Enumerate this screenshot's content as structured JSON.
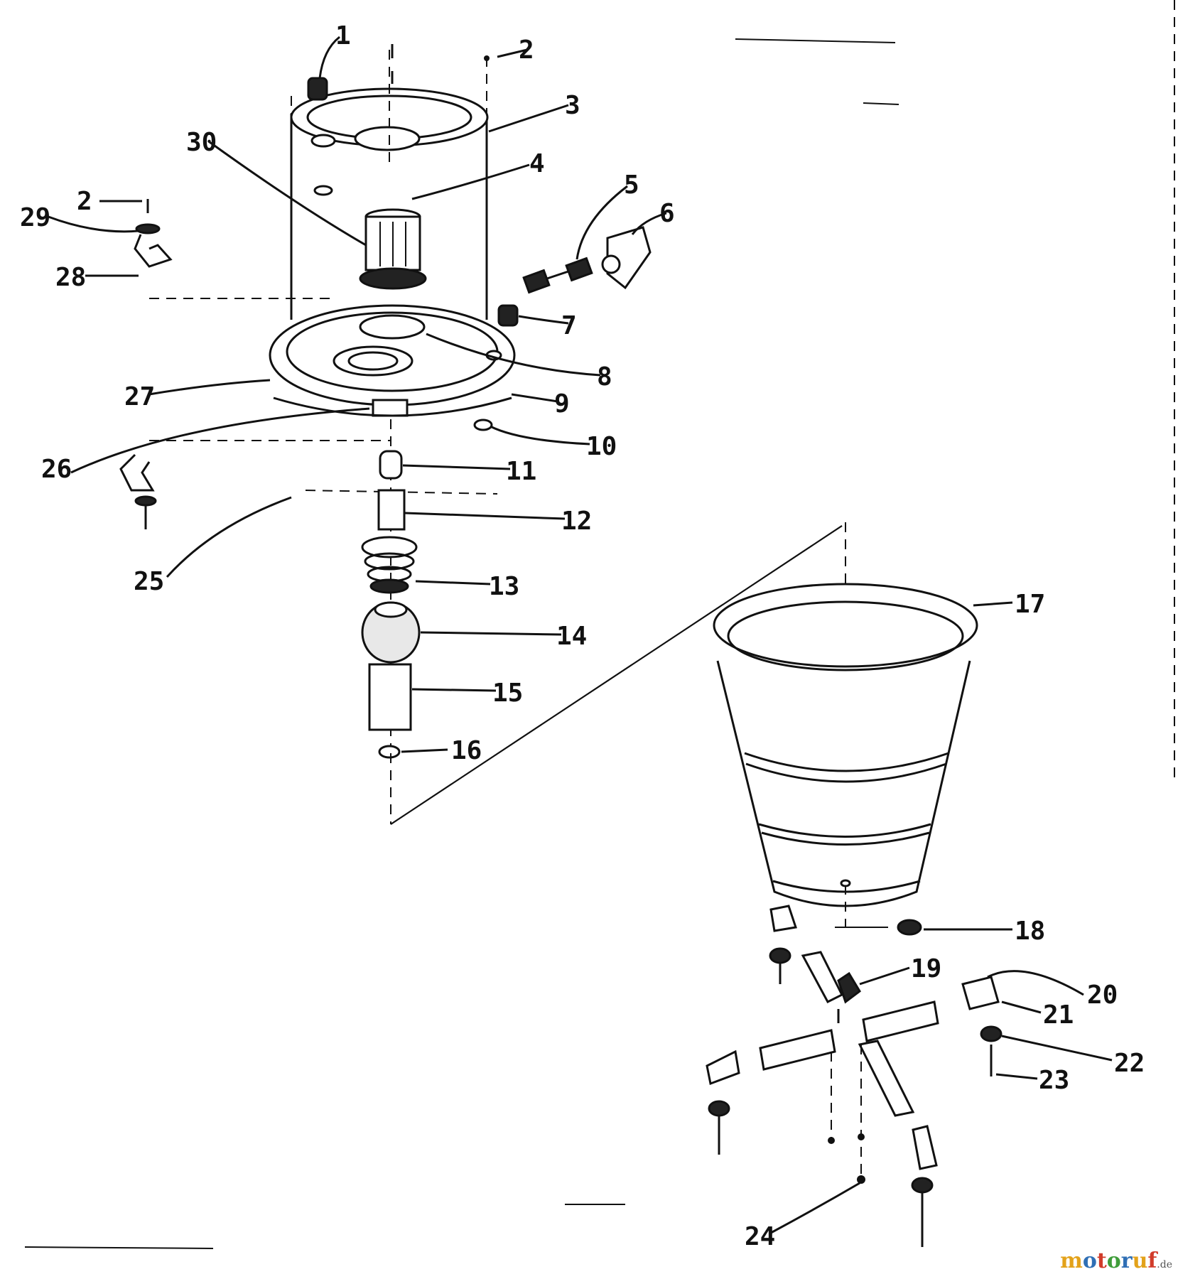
{
  "diagram": {
    "labels": {
      "p1": "1",
      "p2a": "2",
      "p2b": "2",
      "p3": "3",
      "p4": "4",
      "p5": "5",
      "p6": "6",
      "p7": "7",
      "p8": "8",
      "p9": "9",
      "p10": "10",
      "p11": "11",
      "p12": "12",
      "p13": "13",
      "p14": "14",
      "p15": "15",
      "p16": "16",
      "p17": "17",
      "p18": "18",
      "p19": "19",
      "p20": "20",
      "p21": "21",
      "p22": "22",
      "p23": "23",
      "p24": "24",
      "p25": "25",
      "p26": "26",
      "p27": "27",
      "p28": "28",
      "p29": "29",
      "p30": "30"
    }
  },
  "watermark": {
    "parts": [
      "m",
      "o",
      "t",
      "o",
      "r",
      "u",
      "f"
    ],
    "tld": ".de"
  }
}
